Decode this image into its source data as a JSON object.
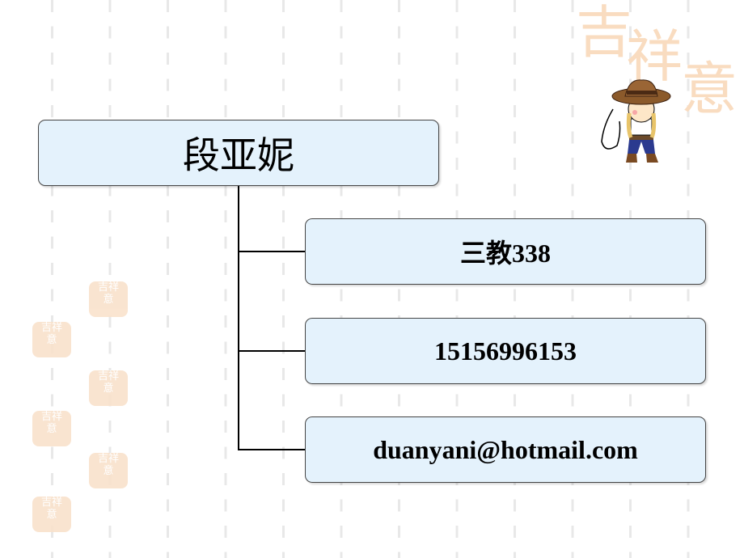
{
  "slide": {
    "title": "段亚妮",
    "items": [
      {
        "label": "三教338"
      },
      {
        "label": "15156996153"
      },
      {
        "label": "duanyani@hotmail.com"
      }
    ]
  },
  "decoration": {
    "logo_text": "吉祥意",
    "stamp_text": "吉祥意"
  },
  "colors": {
    "box_fill": "#e4f2fc",
    "watermark": "#f9dcc0"
  }
}
